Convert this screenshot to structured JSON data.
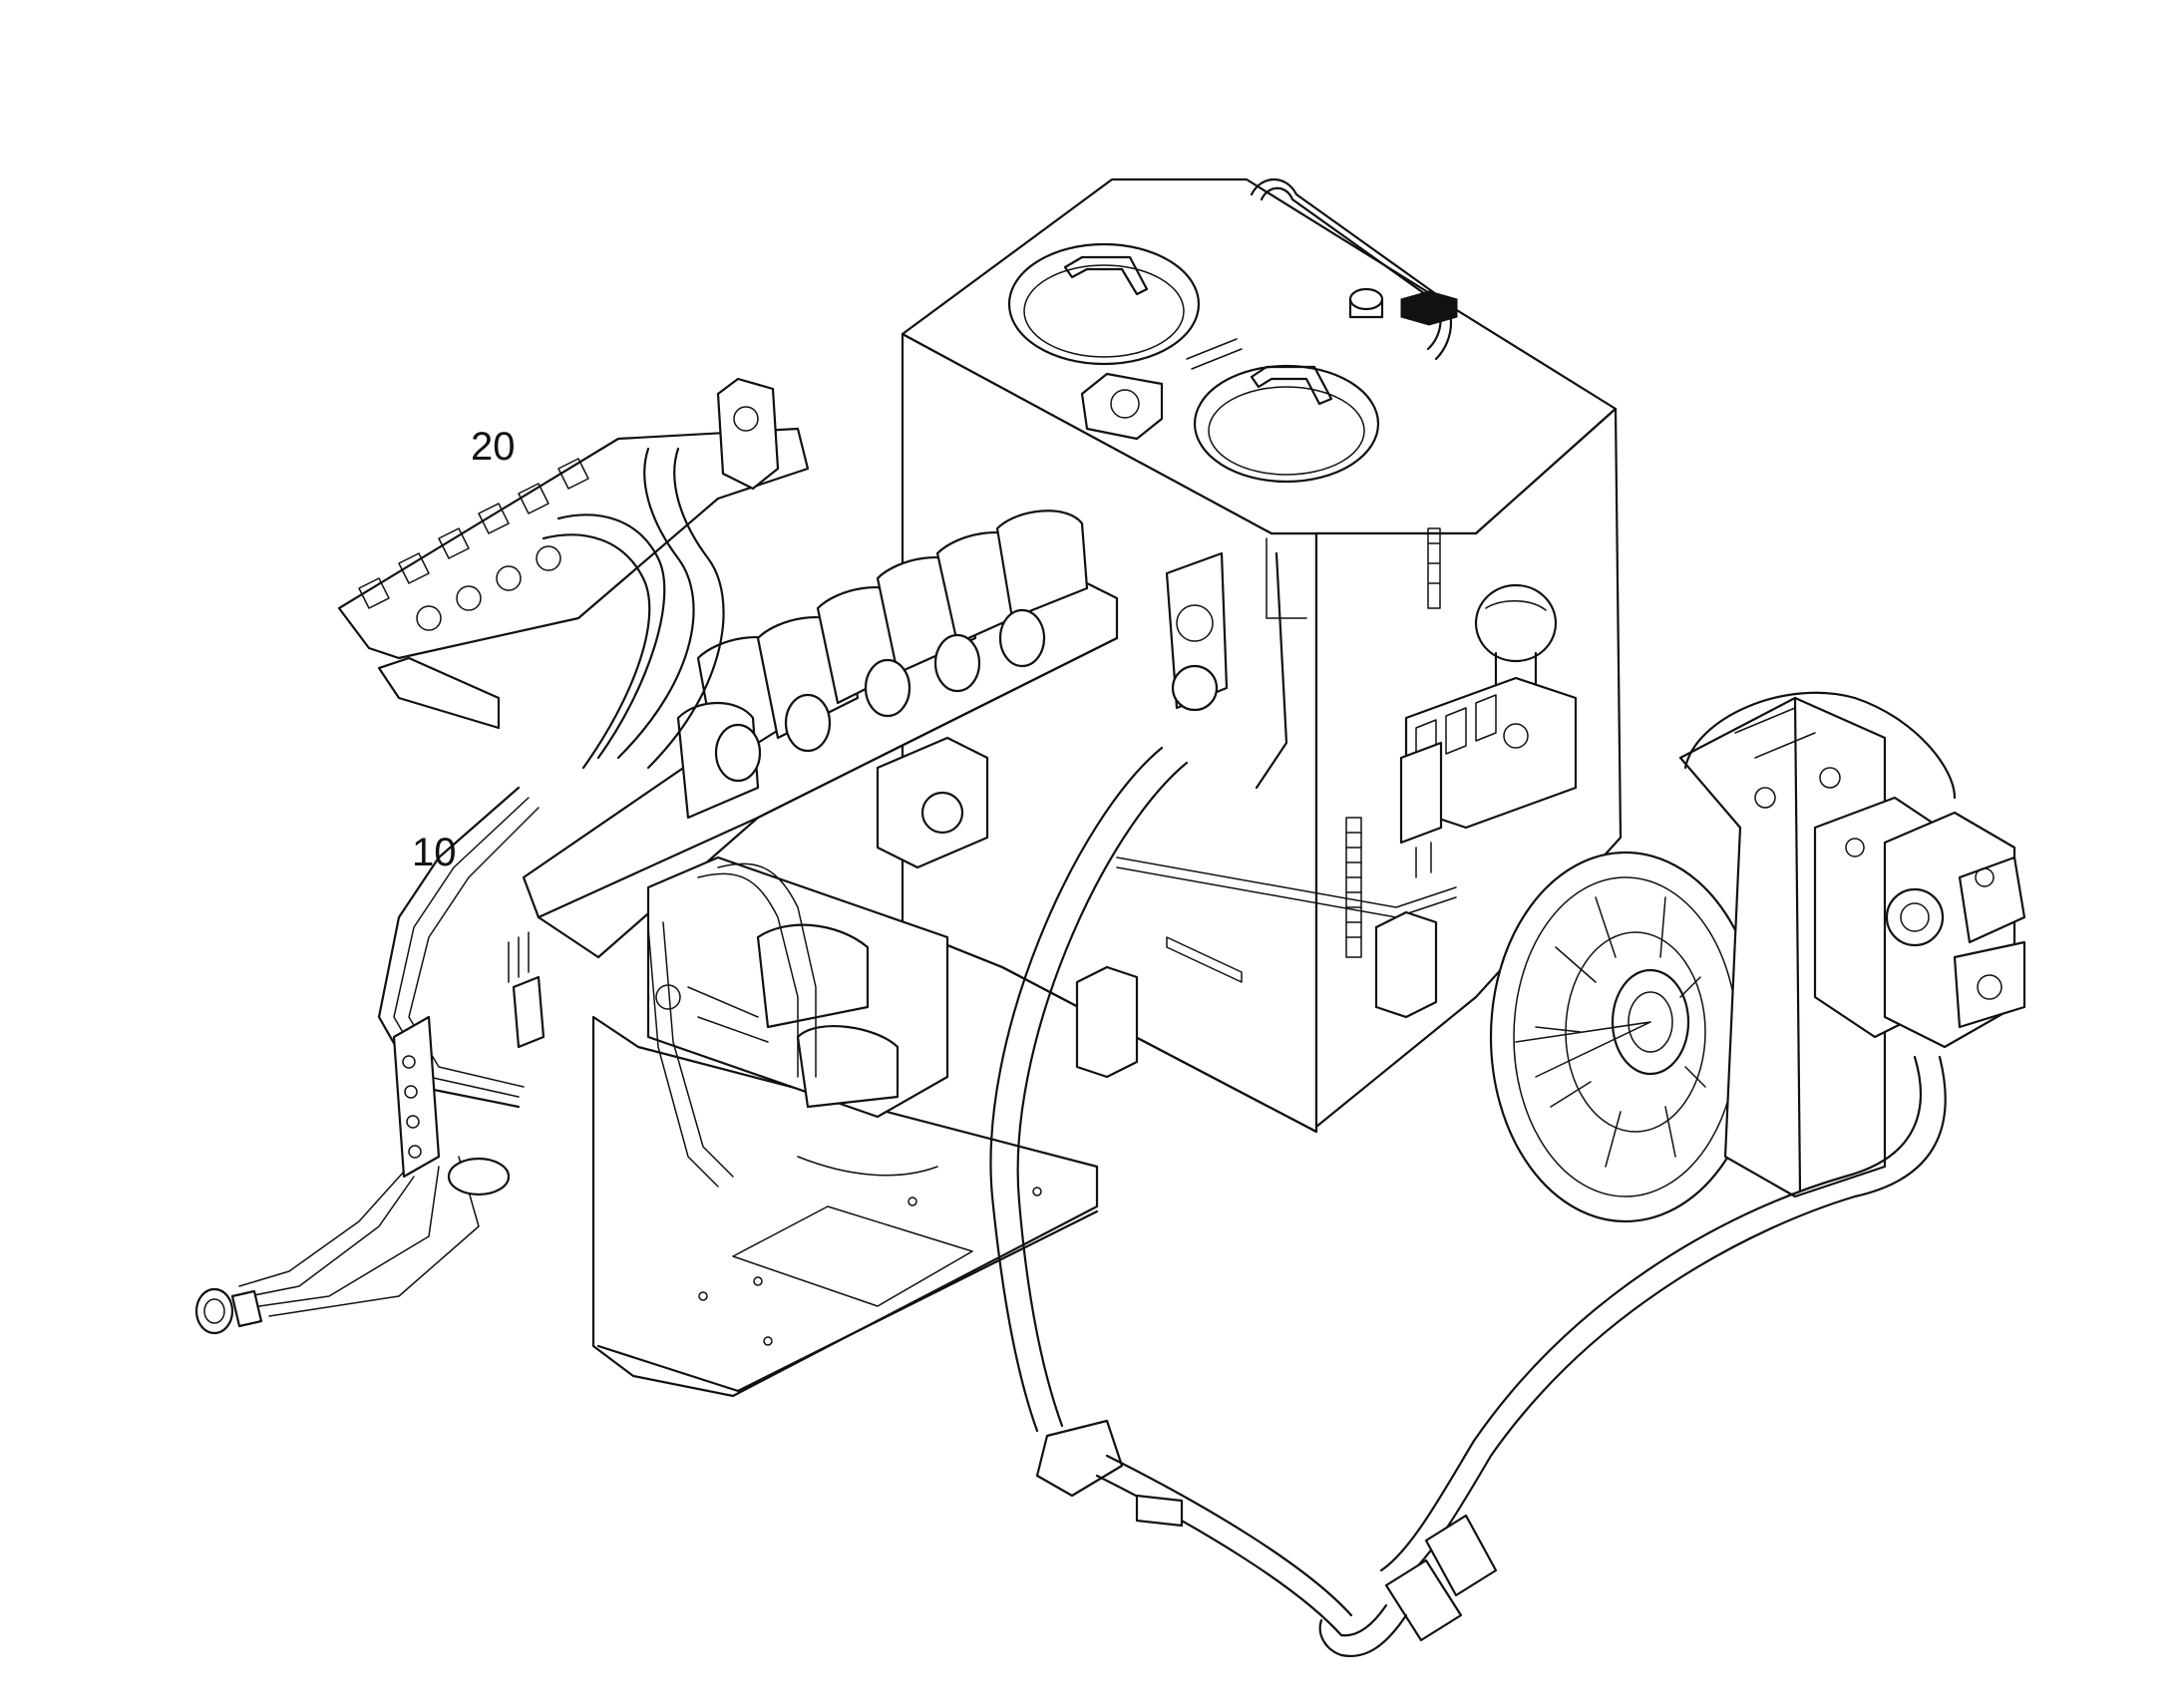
{
  "callouts": [
    {
      "id": "callout-20",
      "label": "20"
    },
    {
      "id": "callout-10",
      "label": "10"
    }
  ],
  "colors": {
    "line": "#111111",
    "background": "#ffffff"
  }
}
